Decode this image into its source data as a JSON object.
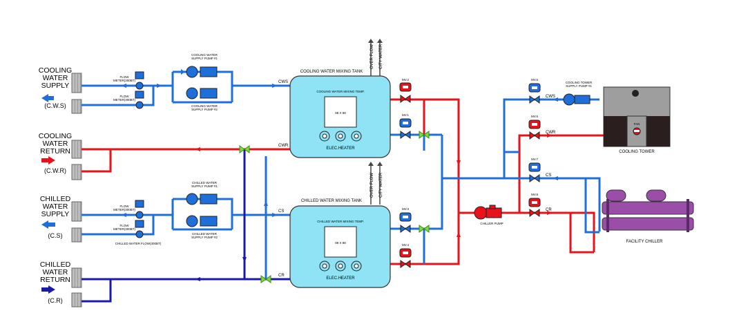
{
  "left_panel": {
    "cws": {
      "line1": "COOLING",
      "line2": "WATER",
      "line3": "SUPPLY",
      "code": "(C.W.S)"
    },
    "cwr": {
      "line1": "COOLING",
      "line2": "WATER",
      "line3": "RETURN",
      "code": "(C.W.R)"
    },
    "cs": {
      "line1": "CHILLED",
      "line2": "WATER",
      "line3": "SUPPLY",
      "code": "(C.S)"
    },
    "cr": {
      "line1": "CHILLED",
      "line2": "WATER",
      "line3": "RETURN",
      "code": "(C.R)"
    }
  },
  "meters": {
    "cw_top": {
      "l1": "FLOW",
      "l2": "METER(300BT)"
    },
    "cw_bot": {
      "l1": "FLOW",
      "l2": "METER(300BT)"
    },
    "ch_top": {
      "l1": "FLOW",
      "l2": "METER(300BT)"
    },
    "ch_bot": {
      "l1": "FLOW",
      "l2": "METER(300BT)"
    },
    "ch_label": "CHILLED WATER FLOW(300BT)"
  },
  "pumps": {
    "cw_top": {
      "l1": "COOLING WATER",
      "l2": "SUPPLY PUMP #1"
    },
    "cw_bot": {
      "l1": "COOLING WATER",
      "l2": "SUPPLY PUMP #2"
    },
    "ch_top": {
      "l1": "CHILLED WATER",
      "l2": "SUPPLY PUMP #1"
    },
    "ch_bot": {
      "l1": "CHILLED WATER",
      "l2": "SUPPLY PUMP #2"
    },
    "chiller": "CHILLER PUMP",
    "tower": {
      "l1": "COOLING TOWER",
      "l2": "SUPPLY PUMP #1"
    }
  },
  "tanks": {
    "cooling": {
      "title": "COOLING WATER MIXING TANK",
      "temp": "COOLING WATER MIXING TEMP.",
      "display": "88 X 88",
      "heater": "ELEC.HEATER"
    },
    "chilled": {
      "title": "CHILLED WATER MIXING TANK",
      "temp": "CHILLED WATER MIXING TEMP.",
      "display": "88 X 88",
      "heater": "ELEC.HEATER"
    }
  },
  "vents": {
    "overflow": "OVER FLOW",
    "city": "CITY WATER"
  },
  "pipe_labels": {
    "cws": "CWS",
    "cwr": "CWR",
    "cs": "CS",
    "cr": "CR"
  },
  "valves": {
    "mv1": "MV.1",
    "mv2": "MV.2",
    "mv3": "MV.3",
    "mv4": "MV.4",
    "mv5": "MV.5",
    "mv6": "MV.6",
    "mv7": "MV.7",
    "mv8": "MV.8"
  },
  "tower": {
    "name": "COOLING TOWER",
    "fan": "FAN"
  },
  "chiller": {
    "name": "FACILITY CHILLER"
  },
  "colors": {
    "blue": "#1e6fd9",
    "red": "#e8121b",
    "navy": "#1a1aa8",
    "tank": "#8fe3f5",
    "valve_green": "#7ddc3a",
    "chiller_purple": "#9b4ea8"
  }
}
